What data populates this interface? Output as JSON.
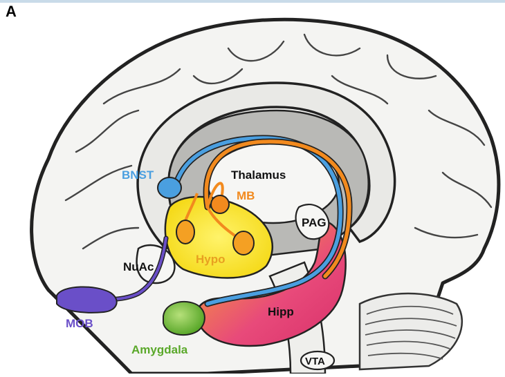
{
  "figure": {
    "panel_letter": "A",
    "labels": {
      "bnst": "BNST",
      "thalamus": "Thalamus",
      "mb": "MB",
      "pag": "PAG",
      "hypo": "Hypo",
      "nuac": "NuAc",
      "mob": "MOB",
      "hipp": "Hipp",
      "amygdala": "Amygdala",
      "vta": "VTA"
    },
    "colors": {
      "bnst": "#4a9fe0",
      "mb": "#f28a1e",
      "hypo_fill": "#f7e31a",
      "hypo_text": "#e8a020",
      "mob": "#6a4fc8",
      "hipp_pink": "#e83c7a",
      "amygdala": "#7bc043",
      "outline": "#222222"
    }
  }
}
